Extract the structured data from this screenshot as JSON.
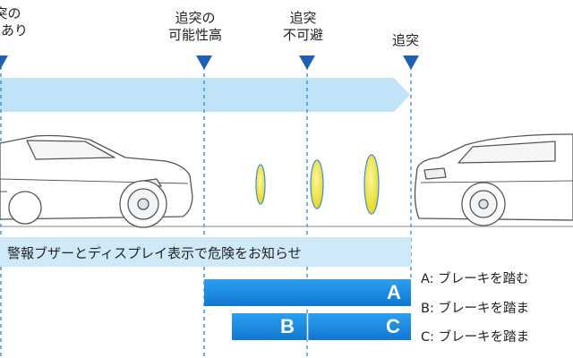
{
  "markers": [
    {
      "lines": [
        "突の",
        "性あり"
      ]
    },
    {
      "lines": [
        "追突の",
        "可能性高"
      ]
    },
    {
      "lines": [
        "追突",
        "不可避"
      ]
    },
    {
      "lines": [
        "追突"
      ]
    }
  ],
  "warning_band": "警報ブザーとディスプレイ表示で危険をお知らせ",
  "bars": {
    "a": "A",
    "b": "B",
    "c": "C"
  },
  "legend": {
    "a": "A: ブレーキを踏む",
    "b": "B: ブレーキを踏ま",
    "c": "C: ブレーキを踏ま"
  },
  "colors": {
    "marker": "#1f5fb4",
    "arrow_band": "#bfe3f7",
    "warning_band": "#cfe9f8",
    "bar_blue": "#1e8fe0",
    "ellipse": "#f3e84a"
  }
}
